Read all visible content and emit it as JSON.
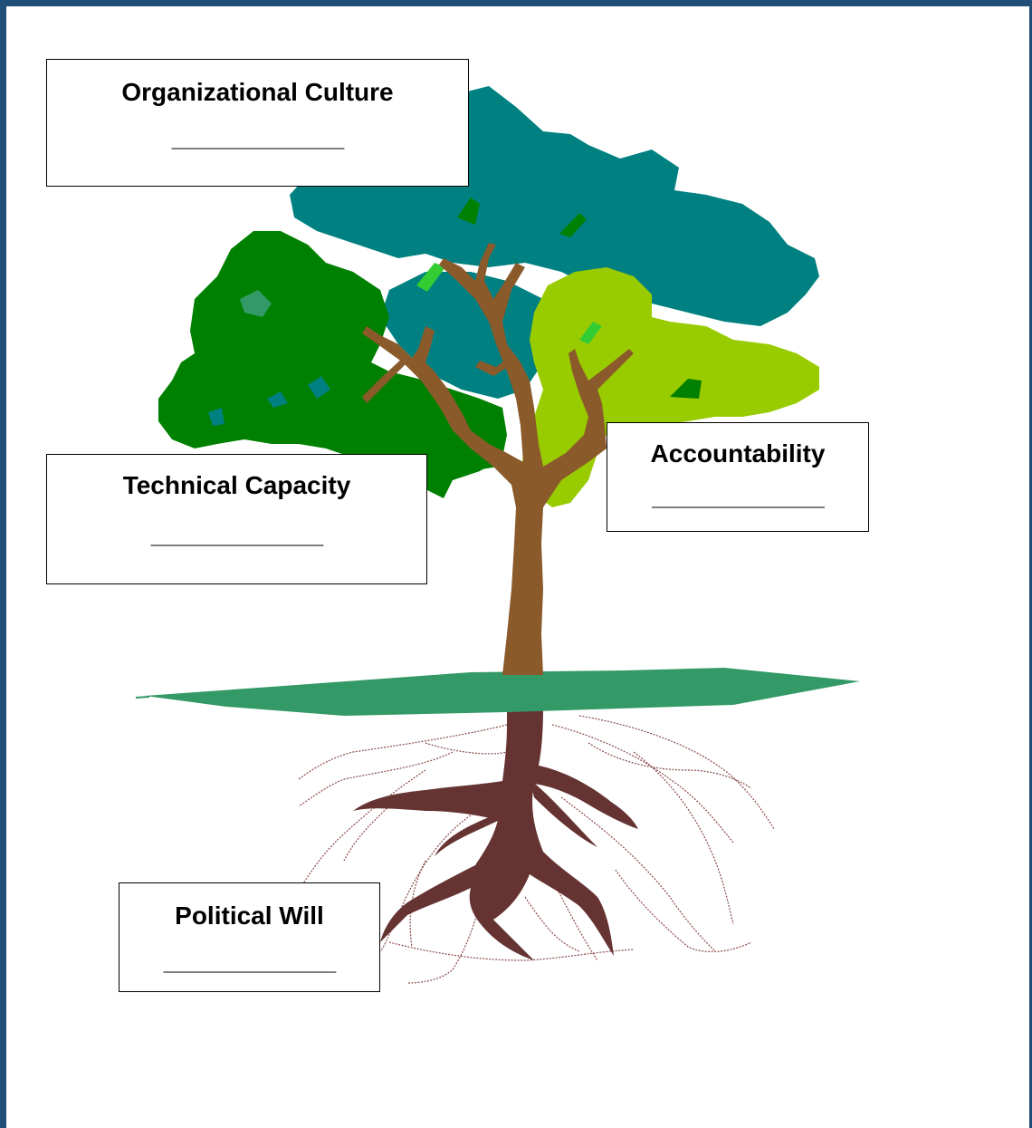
{
  "labels": {
    "organizational_culture": {
      "title": "Organizational Culture",
      "blank": "_____________"
    },
    "technical_capacity": {
      "title": "Technical Capacity",
      "blank": "_____________"
    },
    "accountability": {
      "title": "Accountability",
      "blank": "_____________"
    },
    "political_will": {
      "title": "Political Will",
      "blank": "_____________"
    }
  },
  "colors": {
    "frame": "#1f4e79",
    "canopy_teal": "#008080",
    "canopy_dark_green": "#008000",
    "canopy_light_green": "#99cc00",
    "trunk": "#8b5a2b",
    "ground": "#339966",
    "roots": "#663333"
  }
}
